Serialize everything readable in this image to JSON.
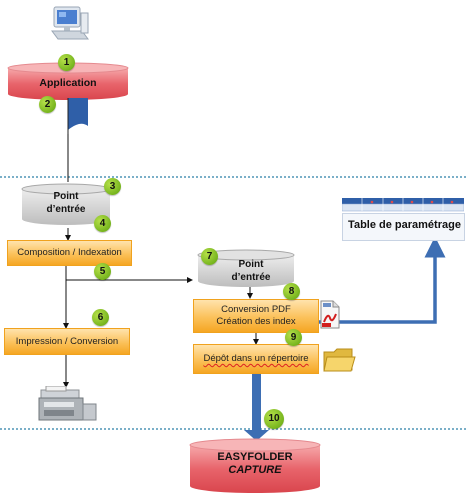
{
  "steps": {
    "n1": "1",
    "n2": "2",
    "n3": "3",
    "n4": "4",
    "n5": "5",
    "n6": "6",
    "n7": "7",
    "n8": "8",
    "n9": "9",
    "n10": "10"
  },
  "application": {
    "label": "Application"
  },
  "entry_point_1": {
    "line1": "Point",
    "line2": "d’entrée"
  },
  "entry_point_2": {
    "line1": "Point",
    "line2": "d’entrée"
  },
  "composition": {
    "label": "Composition / Indexation"
  },
  "impression": {
    "label": "Impression / Conversion"
  },
  "conversion": {
    "line1": "Conversion PDF",
    "line2": "Création des index"
  },
  "depot": {
    "label": "Dépôt dans un répertoire"
  },
  "param_table": {
    "label": "Table de paramétrage"
  },
  "easyfolder": {
    "line1": "EASYFOLDER",
    "line2": "CAPTURE"
  },
  "colors": {
    "red_cylinder": "#e8646b",
    "grey_cylinder": "#cfcfcf",
    "orange_box": "#f8b33c",
    "green_badge": "#8cc63f",
    "blue_arrow": "#3d6eb3",
    "dotted_line": "#2a7fa6"
  },
  "icons": [
    "computer-icon",
    "document-flag-icon",
    "pdf-file-icon",
    "folder-icon",
    "printer-icon"
  ]
}
